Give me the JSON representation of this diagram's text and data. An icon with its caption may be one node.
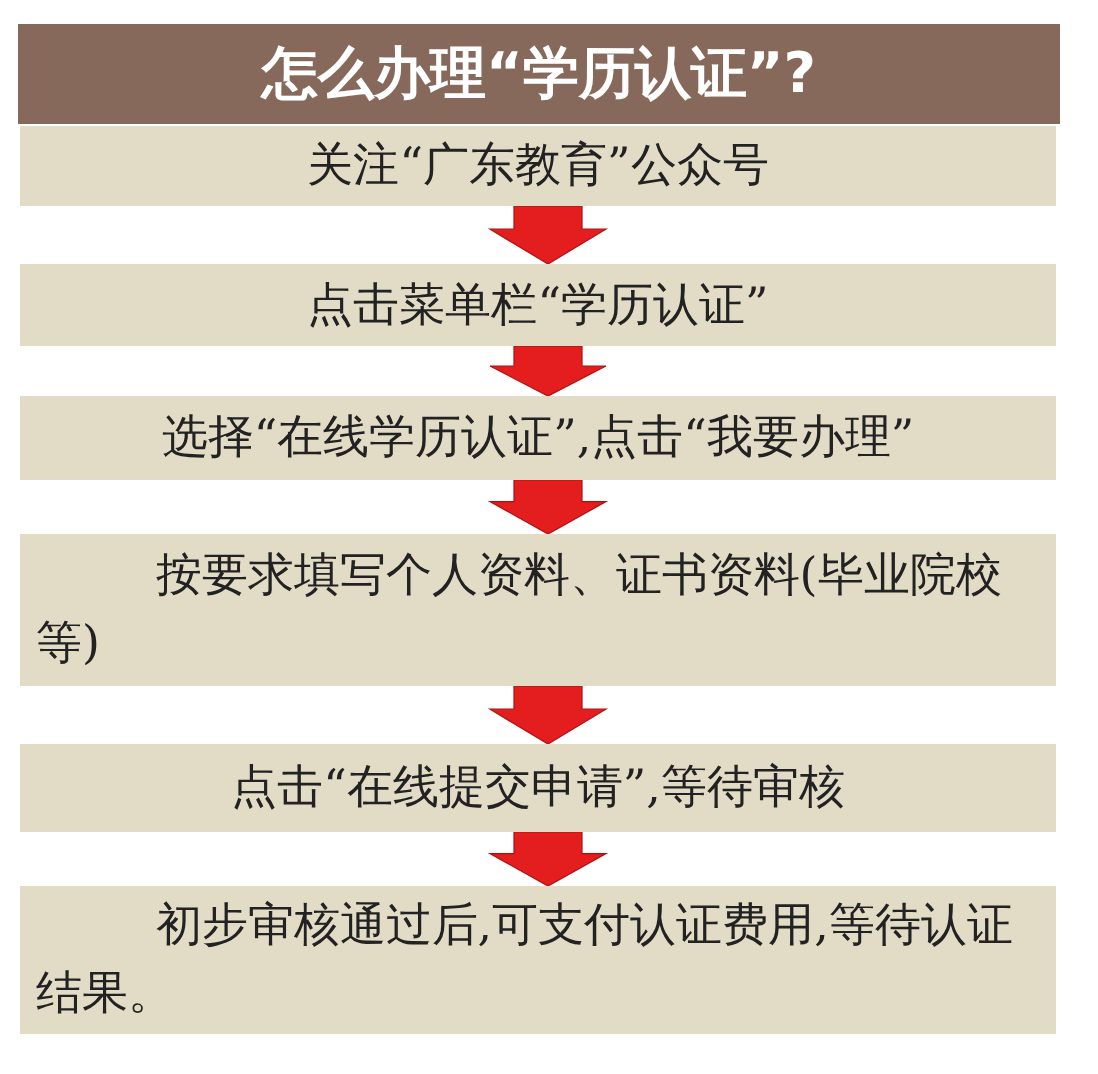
{
  "diagram": {
    "title": "怎么办理“学历认证”?",
    "nodes": [
      {
        "text": [
          "关注“广东教育”公众号"
        ]
      },
      {
        "text": [
          "点击菜单栏“学历认证”"
        ]
      },
      {
        "text": [
          "选择“在线学历认证”,点击“我要办理”"
        ]
      },
      {
        "text": [
          "按要求填写个人资料、证书资料(毕业院校等)"
        ]
      },
      {
        "text": [
          "点击“在线提交申请”,等待审核"
        ]
      },
      {
        "text": [
          "初步审核通过后,可支付认证费用,等待认证结果。"
        ]
      }
    ],
    "edges": [
      {
        "from": 0,
        "to": 1,
        "arrow": "to"
      },
      {
        "from": 1,
        "to": 2,
        "arrow": "to"
      },
      {
        "from": 2,
        "to": 3,
        "arrow": "to"
      },
      {
        "from": 3,
        "to": 4,
        "arrow": "to"
      },
      {
        "from": 4,
        "to": 5,
        "arrow": "to"
      }
    ]
  }
}
